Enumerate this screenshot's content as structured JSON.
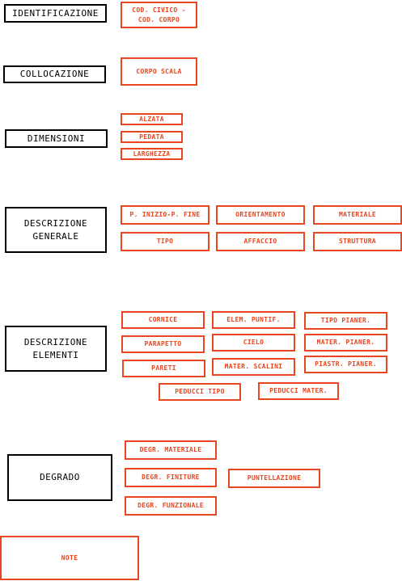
{
  "categories": {
    "identificazione": "IDENTIFICAZIONE",
    "collocazione": "COLLOCAZIONE",
    "dimensioni": "DIMENSIONI",
    "descrizione_generale": "DESCRIZIONE\nGENERALE",
    "descrizione_elementi": "DESCRIZIONE\nELEMENTI",
    "degrado": "DEGRADO"
  },
  "fields": {
    "cod_civico": "COD. CIVICO -\nCOD. CORPO",
    "corpo_scala": "CORPO SCALA",
    "alzata": "ALZATA",
    "pedata": "PEDATA",
    "larghezza": "LARGHEZZA",
    "p_inizio_fine": "P. INIZIO-P. FINE",
    "orientamento": "ORIENTAMENTO",
    "materiale": "MATERIALE",
    "tipo": "TIPO",
    "affaccio": "AFFACCIO",
    "struttura": "STRUTTURA",
    "cornice": "CORNICE",
    "elem_puntif": "ELEM. PUNTIF.",
    "tipo_pianer": "TIPO PIANER.",
    "parapetto": "PARAPETTO",
    "cielo": "CIELO",
    "mater_pianer": "MATER. PIANER.",
    "pareti": "PARETI",
    "mater_scalini": "MATER. SCALINI",
    "piastr_pianer": "PIASTR. PIANER.",
    "peducci_tipo": "PEDUCCI TIPO",
    "peducci_mater": "PEDUCCI MATER.",
    "degr_materiale": "DEGR. MATERIALE",
    "degr_finiture": "DEGR. FINITURE",
    "degr_funzionale": "DEGR. FUNZIONALE",
    "puntellazione": "PUNTELLAZIONE",
    "note": "NOTE"
  },
  "colors": {
    "field": "#e8461e",
    "category": "#000000"
  }
}
